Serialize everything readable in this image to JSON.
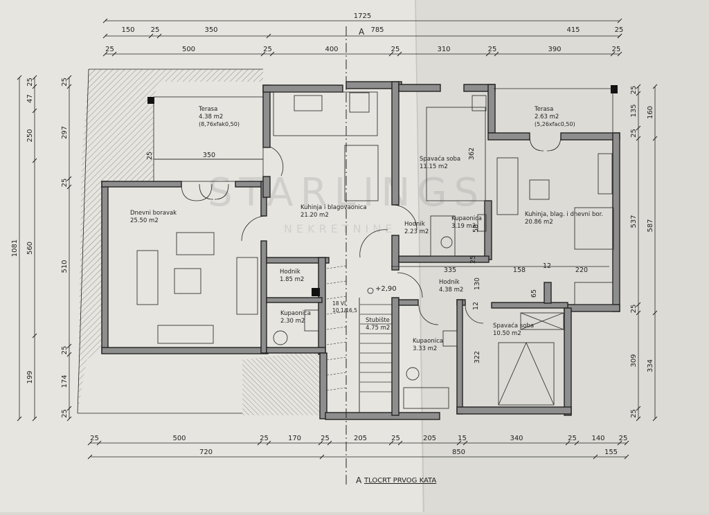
{
  "plan": {
    "title": "TLOCRT PRVOG KATA",
    "section_mark": "A",
    "watermark": [
      "STARLINGS",
      "NEKRETNINE"
    ],
    "elevation": "+2,90",
    "stair_note_1": "18 VI",
    "stair_note_2": "10,1/16,5"
  },
  "rooms": [
    {
      "name": "Terasa",
      "area": "4.38 m2",
      "note": "(8,76xfak0,50)"
    },
    {
      "name": "Dnevni boravak",
      "area": "25.50 m2"
    },
    {
      "name": "Kuhinja i blagovaonica",
      "area": "21.20 m2"
    },
    {
      "name": "Hodnik",
      "area": "1.85 m2"
    },
    {
      "name": "Kupaonica",
      "area": "2.30 m2"
    },
    {
      "name": "Spavaća soba",
      "area": "11.15 m2"
    },
    {
      "name": "Hodnik",
      "area": "2.23 m2"
    },
    {
      "name": "Kupaonica",
      "area": "3.19 m2"
    },
    {
      "name": "Stubište",
      "area": "4.75 m2"
    },
    {
      "name": "Hodnik",
      "area": "4.38 m2"
    },
    {
      "name": "Kupaonica",
      "area": "3.33 m2"
    },
    {
      "name": "Terasa",
      "area": "2.63 m2",
      "note": "(5,26xfac0,50)"
    },
    {
      "name": "Kuhinja, blag. i dnevni bor.",
      "area": "20.86 m2"
    },
    {
      "name": "Spavaća soba",
      "area": "10.50 m2"
    }
  ],
  "dims": {
    "top1": [
      "1725"
    ],
    "top2": [
      "150",
      "25",
      "350",
      "785",
      "415",
      "25"
    ],
    "top3": [
      "25",
      "500",
      "25",
      "400",
      "25",
      "310",
      "25",
      "390",
      "25"
    ],
    "bottom1": [
      "25",
      "500",
      "25",
      "170",
      "25",
      "205",
      "25",
      "205",
      "15",
      "340",
      "25",
      "140",
      "25"
    ],
    "bottom2": [
      "720",
      "850",
      "155"
    ],
    "left1": [
      "1081"
    ],
    "left2": [
      "25",
      "47",
      "250",
      "560",
      "199"
    ],
    "left3": [
      "25",
      "297",
      "25",
      "510",
      "25",
      "174",
      "25"
    ],
    "right1": [
      "25",
      "135",
      "25",
      "537",
      "25",
      "309",
      "25"
    ],
    "right2": [
      "160",
      "587",
      "334"
    ],
    "inner": [
      "25",
      "350",
      "362",
      "335",
      "158",
      "12",
      "220",
      "130",
      "12",
      "65",
      "322",
      "58",
      "25"
    ]
  }
}
